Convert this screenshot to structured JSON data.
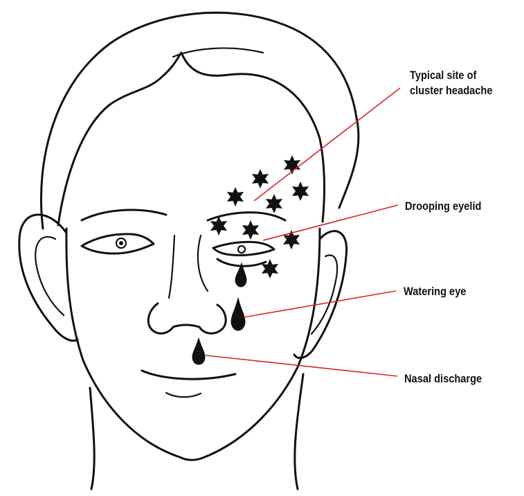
{
  "labels": {
    "cluster_site_line1": "Typical site of",
    "cluster_site_line2": "cluster headache",
    "drooping_eyelid": "Drooping eyelid",
    "watering_eye": "Watering eye",
    "nasal_discharge": "Nasal discharge"
  },
  "colors": {
    "leader_line": "#d9242b",
    "ink": "#111111",
    "background": "#ffffff"
  },
  "icons": {
    "pain_marker": "six-point-star-icon",
    "tear_drop": "droplet-icon"
  }
}
